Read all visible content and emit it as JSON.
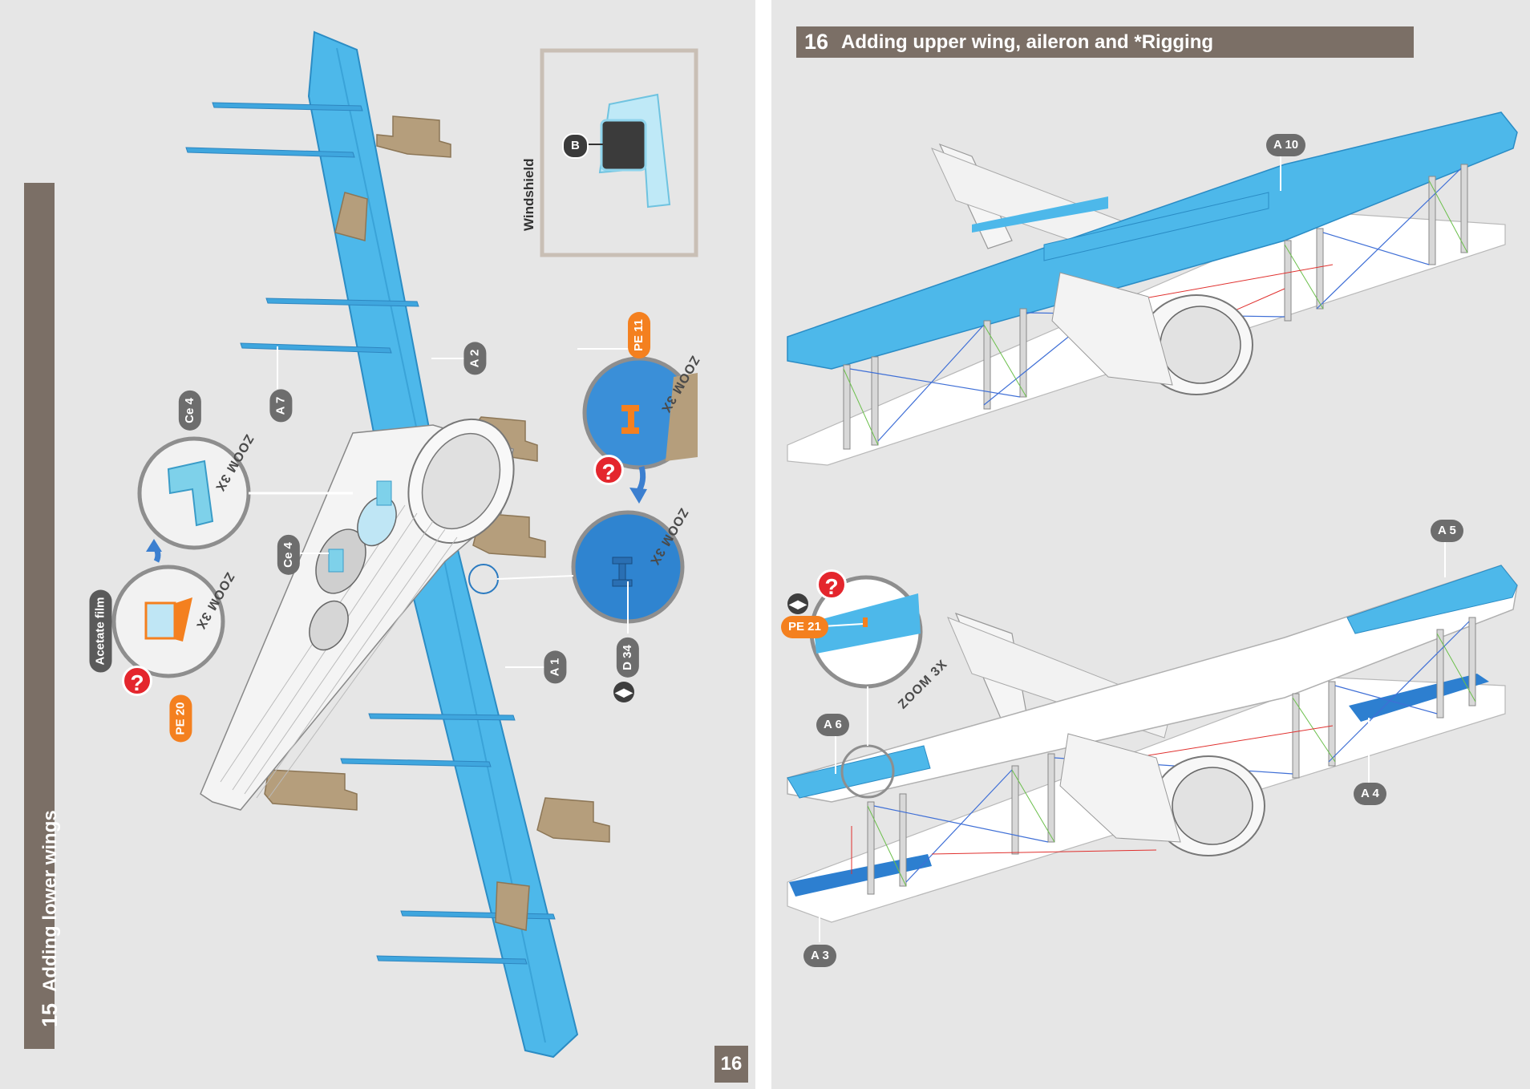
{
  "left_page": {
    "step_number": "15",
    "step_title": "Adding lower wings",
    "page_number": "16",
    "inset_title": "Windshield",
    "inset_part": "B",
    "zoom_label": "ZOOM 3X",
    "acetate_label": "Acetate film",
    "part_labels": {
      "a2": "A 2",
      "a7": "A 7",
      "a1": "A 1",
      "ce4_top": "Ce 4",
      "ce4_mid": "Ce 4",
      "pe20": "PE 20",
      "pe11": "PE 11",
      "d34": "D 34"
    },
    "question_mark": "?",
    "flip_symbol": "◀▶"
  },
  "right_page": {
    "step_number": "16",
    "step_title": "Adding upper wing, aileron and *Rigging",
    "zoom_label": "ZOOM 3X",
    "part_labels": {
      "a10": "A 10",
      "a5": "A 5",
      "a6": "A 6",
      "a4": "A 4",
      "a3": "A 3",
      "pe21": "PE 21"
    },
    "question_mark": "?",
    "flip_symbol": "◀▶"
  },
  "colors": {
    "page_bg": "#e6e6e6",
    "header_bg": "#7b6f66",
    "wing_blue": "#4db8ea",
    "stand_tan": "#b59e7c",
    "pe_orange": "#f4801f",
    "label_grey": "#6d6d6d",
    "alert_red": "#e4262d"
  }
}
